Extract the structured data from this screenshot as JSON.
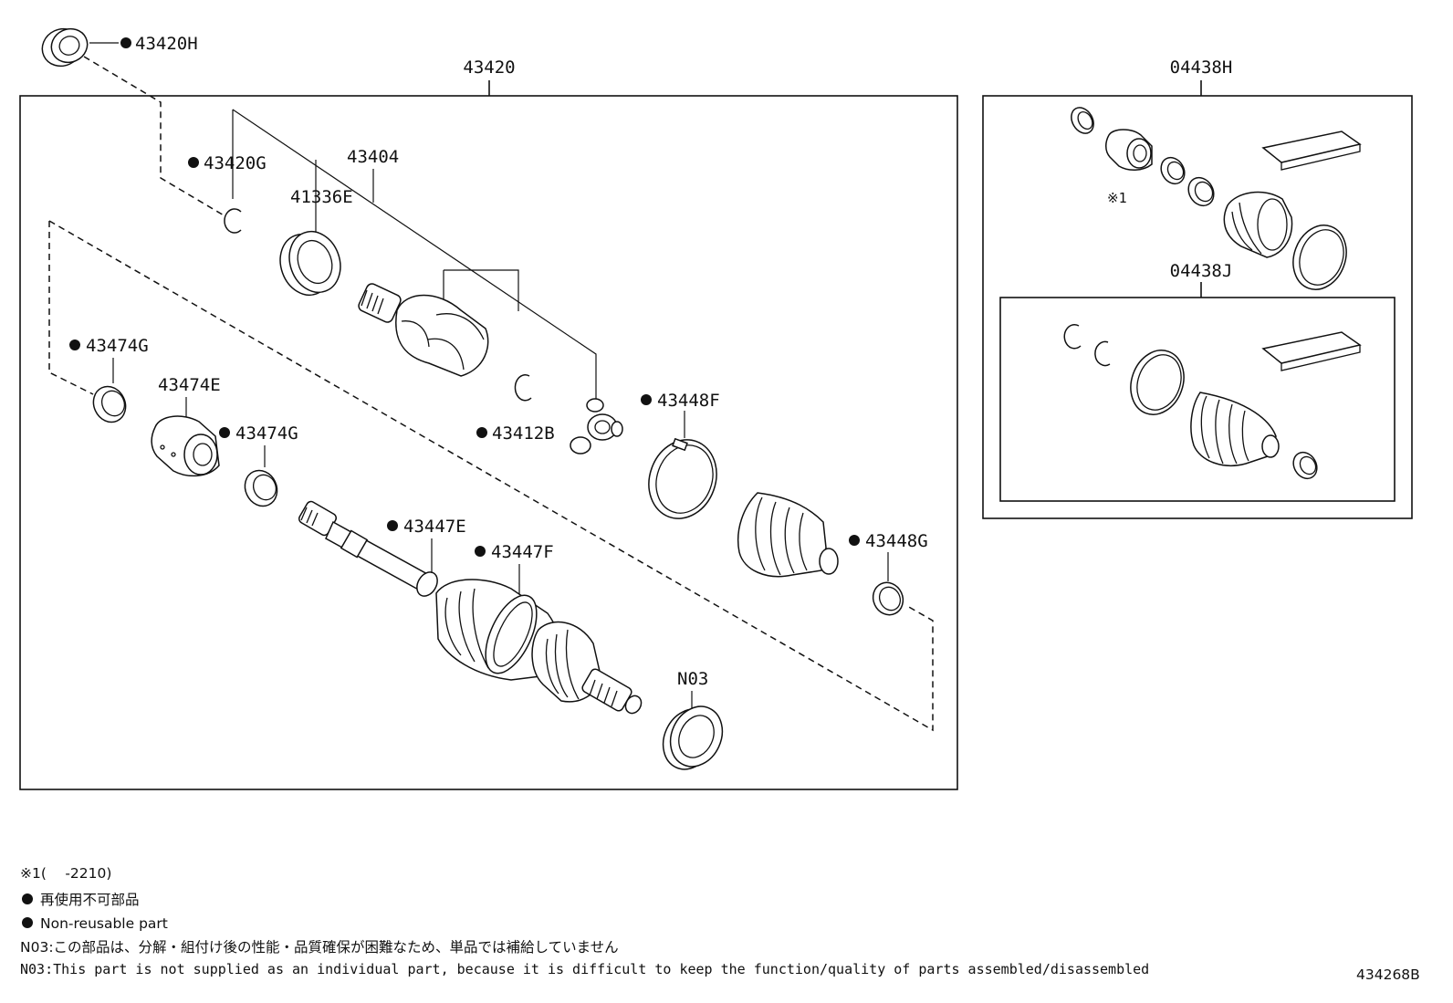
{
  "labels": {
    "main_assembly": "43420",
    "boot_kit": "04438H",
    "boot_kit_sub": "04438J",
    "p_43420H": "43420H",
    "p_43420G": "43420G",
    "p_43404": "43404",
    "p_41336E": "41336E",
    "p_43474G_a": "43474G",
    "p_43474E": "43474E",
    "p_43474G_b": "43474G",
    "p_43412B": "43412B",
    "p_43448F": "43448F",
    "p_43447E": "43447E",
    "p_43447F": "43447F",
    "p_43448G": "43448G",
    "p_N03": "N03",
    "ref_1": "※1"
  },
  "notes": {
    "note1": "※1(　 -2210)",
    "note2": "再使用不可部品",
    "note3": "Non-reusable part",
    "note4": "N03:この部品は、分解・組付け後の性能・品質確保が困難なため、単品では補給していません",
    "note5": "N03:This part is not supplied as an individual part, because it is difficult to keep the function/quality of parts assembled/disassembled",
    "diagram_id": "434268B"
  }
}
